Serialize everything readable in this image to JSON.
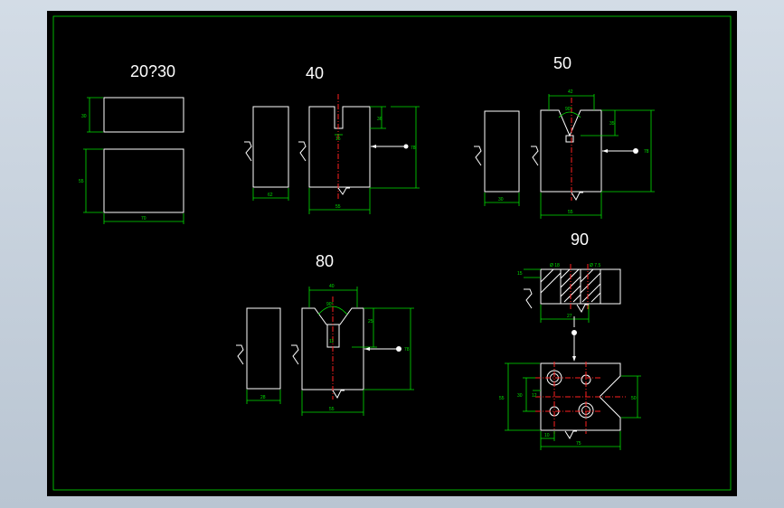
{
  "drawing": {
    "background_color": "#000000",
    "border_color": "#00e000",
    "line_color": "#ffffff",
    "centerline_color": "#ff2020"
  },
  "views": {
    "v2030": {
      "title": "20?30",
      "dims": [
        "30",
        "55",
        "70"
      ]
    },
    "v40": {
      "title": "40",
      "dims": [
        "62",
        "15",
        "55",
        "36",
        "78"
      ]
    },
    "v50": {
      "title": "50",
      "dims": [
        "42",
        "90°",
        "30",
        "35",
        "55",
        "78"
      ]
    },
    "v80": {
      "title": "80",
      "dims": [
        "40",
        "90°",
        "11",
        "25",
        "55",
        "28",
        "78"
      ]
    },
    "v90": {
      "title": "90",
      "dims": [
        "Ø 18",
        "Ø 7.5",
        "15",
        "27",
        "55",
        "30",
        "12",
        "10",
        "75",
        "50"
      ]
    }
  }
}
